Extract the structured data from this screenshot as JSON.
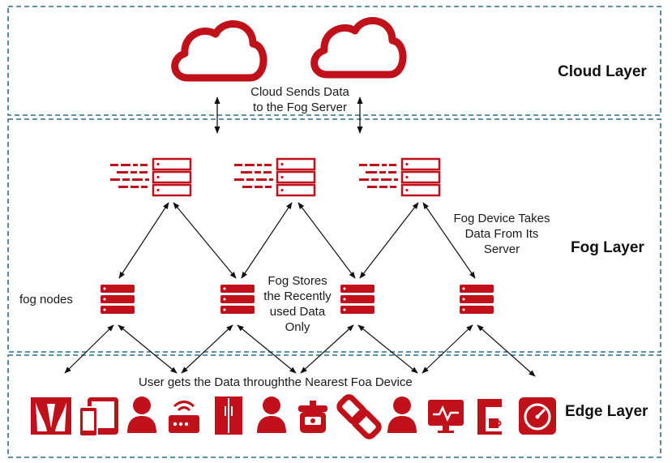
{
  "layers": {
    "cloud": "Cloud Layer",
    "fog": "Fog Layer",
    "edge": "Edge Layer"
  },
  "annotations": {
    "cloud_sends_line1": "Cloud Sends Data",
    "cloud_sends_line2": "to the Fog Server",
    "fog_device_line1": "Fog Device Takes",
    "fog_device_line2": "Data From Its",
    "fog_device_line3": "Server",
    "fog_stores_line1": "Fog Stores",
    "fog_stores_line2": "the Recently",
    "fog_stores_line3": "used Data",
    "fog_stores_line4": "Only",
    "fog_nodes": "fog nodes",
    "user_gets": "User gets the Data throughthe Nearest Foa Device"
  },
  "colors": {
    "accent": "#c0101a",
    "border": "#2e6d8e",
    "arrow": "#111111"
  },
  "edge_devices": [
    "theater-curtain-icon",
    "phone-tablet-icon",
    "user-icon",
    "router-icon",
    "refrigerator-icon",
    "user-icon",
    "rice-cooker-icon",
    "chain-link-icon",
    "user-icon",
    "monitor-icon",
    "coffee-machine-icon",
    "speedometer-icon"
  ]
}
